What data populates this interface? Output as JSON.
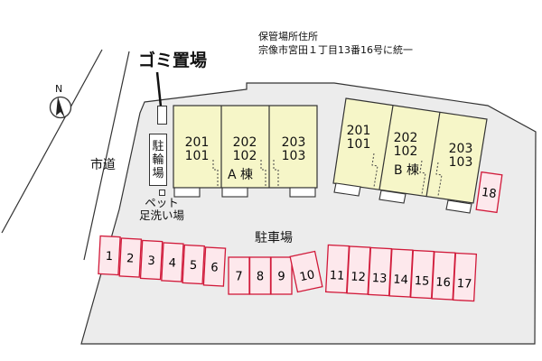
{
  "notice": {
    "line1": "保管場所住所",
    "line2": "宗像市宮田１丁目13番16号に統一"
  },
  "labels": {
    "garbage": "ゴミ置場",
    "city_road": "市道",
    "parking": "駐車場",
    "pet_line1": "ペット",
    "pet_line2": "足洗い場",
    "bike_chars": [
      "駐",
      "輪",
      "場"
    ],
    "north": "N"
  },
  "buildings": [
    {
      "name": "A 棟",
      "units": [
        {
          "top": "201",
          "bottom": "101"
        },
        {
          "top": "202",
          "bottom": "102"
        },
        {
          "top": "203",
          "bottom": "103"
        }
      ]
    },
    {
      "name": "B 棟",
      "units": [
        {
          "top": "201",
          "bottom": "101"
        },
        {
          "top": "202",
          "bottom": "102"
        },
        {
          "top": "203",
          "bottom": "103"
        }
      ]
    }
  ],
  "parking_spaces": [
    "1",
    "2",
    "3",
    "4",
    "5",
    "6",
    "7",
    "8",
    "9",
    "10",
    "11",
    "12",
    "13",
    "14",
    "15",
    "16",
    "17",
    "18"
  ],
  "colors": {
    "building_fill": "#f6f6c8",
    "parking_fill": "#fde8ec",
    "parking_stroke": "#d11a3a",
    "lot_fill": "#ececec",
    "outline": "#333333"
  }
}
